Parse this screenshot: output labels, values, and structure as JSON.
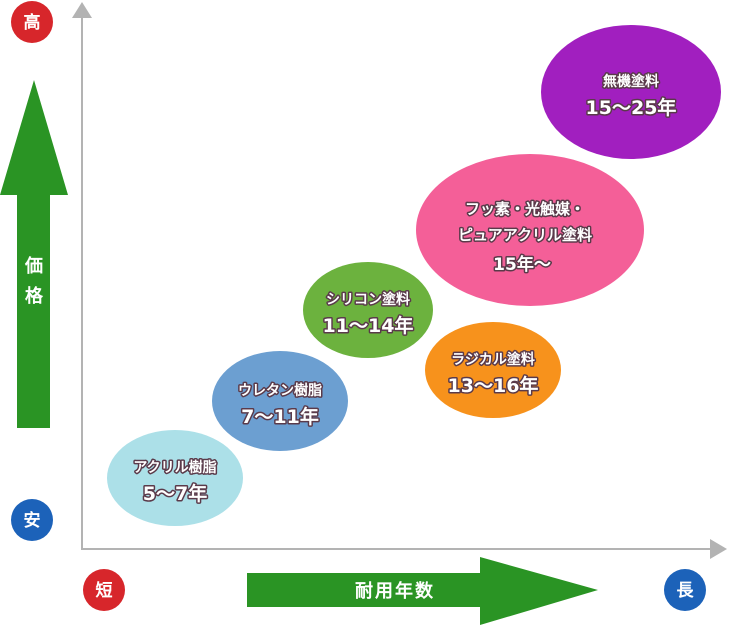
{
  "axes": {
    "price_high": "高",
    "price_low": "安",
    "duration_short": "短",
    "duration_long": "長",
    "y_label_1": "価",
    "y_label_2": "格",
    "x_label": "耐用年数"
  },
  "colors": {
    "red_badge": "#d7262b",
    "blue_badge": "#1c62b9",
    "arrow_green": "#2a9424"
  },
  "items": [
    {
      "name": "アクリル樹脂",
      "years": "5〜7年",
      "color": "#ace0e8"
    },
    {
      "name": "ウレタン樹脂",
      "years": "7〜11年",
      "color": "#6c9fd1"
    },
    {
      "name": "シリコン塗料",
      "years": "11〜14年",
      "color": "#6cb23e"
    },
    {
      "name": "ラジカル塗料",
      "years": "13〜16年",
      "color": "#f7921c"
    },
    {
      "name_line1": "フッ素・光触媒・",
      "name_line2": "ピュアアクリル塗料",
      "years": "15年〜",
      "color": "#f45f98"
    },
    {
      "name": "無機塗料",
      "years": "15〜25年",
      "color": "#a11fbf"
    }
  ]
}
